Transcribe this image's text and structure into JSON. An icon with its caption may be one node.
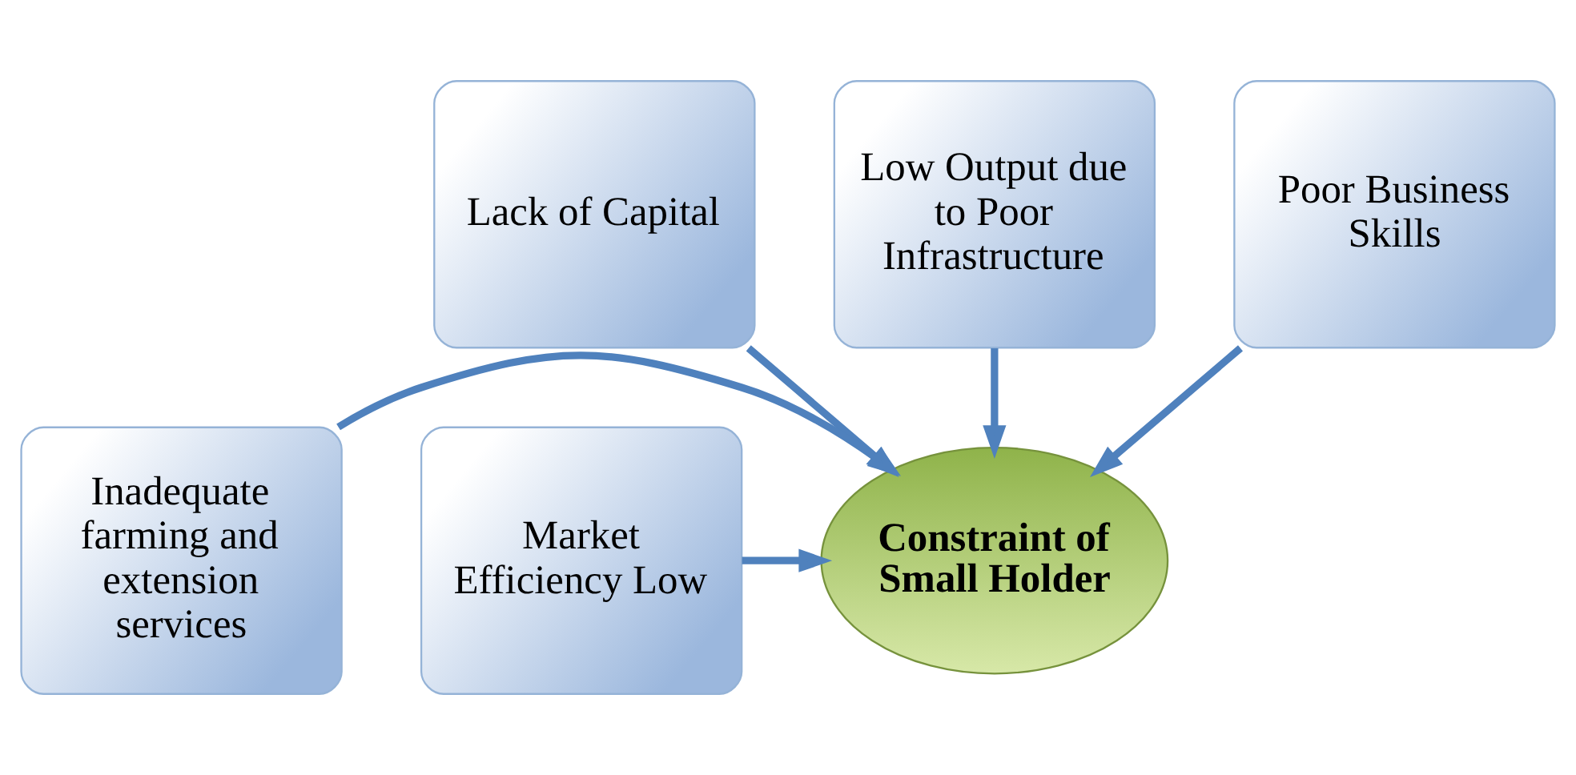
{
  "diagram": {
    "nodes": [
      {
        "text": [
          "Lack of Capital"
        ]
      },
      {
        "text": [
          "Low Output due to Poor Infrastructure"
        ]
      },
      {
        "text": [
          "Poor Business Skills"
        ]
      },
      {
        "text": [
          "Inadequate farming and extension services"
        ]
      },
      {
        "text": [
          "Constraint of Small Holder"
        ]
      },
      {
        "text": [
          "Market Efficiency Low"
        ]
      }
    ],
    "edges": [
      {
        "from": 0,
        "to": 4,
        "arrow": "to"
      },
      {
        "from": 1,
        "to": 4,
        "arrow": "to"
      },
      {
        "from": 2,
        "to": 4,
        "arrow": "to"
      },
      {
        "from": 3,
        "to": 4,
        "arrow": "to"
      },
      {
        "from": 5,
        "to": 4,
        "arrow": "to"
      }
    ]
  }
}
